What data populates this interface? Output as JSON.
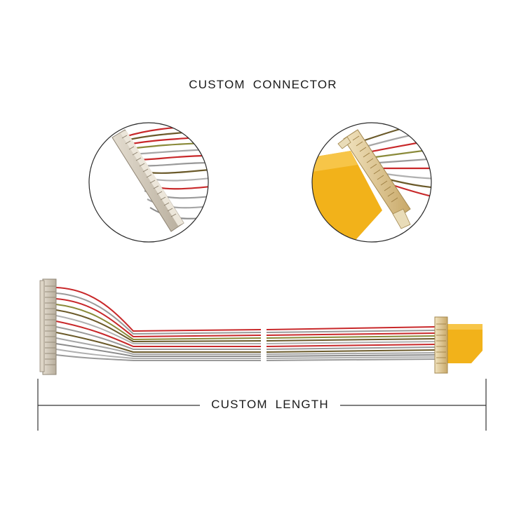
{
  "header": {
    "title": "CUSTOM  CONNECTOR"
  },
  "dimension": {
    "label": "CUSTOM  LENGTH"
  },
  "colors": {
    "wire_red": "#c8282a",
    "wire_brown": "#6b5a2a",
    "wire_olive": "#8a8a3a",
    "wire_grey": "#9a9a9a",
    "connector_beige": "#cfc6b6",
    "fpc_yellow": "#f2b21a",
    "shell_gold": "#d8c08a"
  },
  "icons": {
    "left_inset": "connector-closeup-left",
    "right_inset": "connector-closeup-right",
    "cable": "lvds-cable-assembly"
  }
}
